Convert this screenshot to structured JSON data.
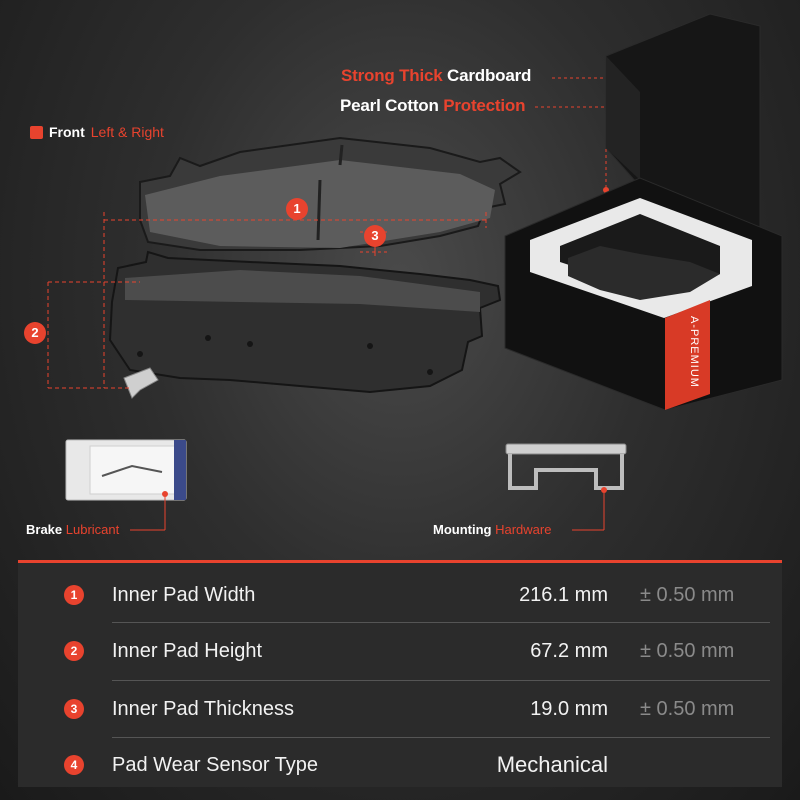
{
  "callouts": {
    "cardboard": {
      "accent": "Strong Thick",
      "rest": "Cardboard"
    },
    "pearl": {
      "rest": "Pearl Cotton",
      "accent": "Protection"
    }
  },
  "front": {
    "bold": "Front",
    "accent": "Left & Right"
  },
  "dimensions": {
    "d1": "1",
    "d2": "2",
    "d3": "3"
  },
  "accessories": {
    "lubricant": {
      "bold": "Brake",
      "accent": "Lubricant"
    },
    "hardware": {
      "bold": "Mounting",
      "accent": "Hardware"
    }
  },
  "box_label": "A-PREMIUM",
  "specs": [
    {
      "num": "1",
      "label": "Inner Pad Width",
      "value": "216.1 mm",
      "tolerance": "± 0.50 mm"
    },
    {
      "num": "2",
      "label": "Inner Pad Height",
      "value": "67.2 mm",
      "tolerance": "± 0.50 mm"
    },
    {
      "num": "3",
      "label": "Inner Pad Thickness",
      "value": "19.0 mm",
      "tolerance": "± 0.50 mm"
    },
    {
      "num": "4",
      "label": "Pad Wear Sensor Type",
      "value": "Mechanical",
      "tolerance": ""
    }
  ],
  "colors": {
    "accent": "#e8432e",
    "background": "#2e2e2e",
    "table": "#2b2b2b"
  }
}
